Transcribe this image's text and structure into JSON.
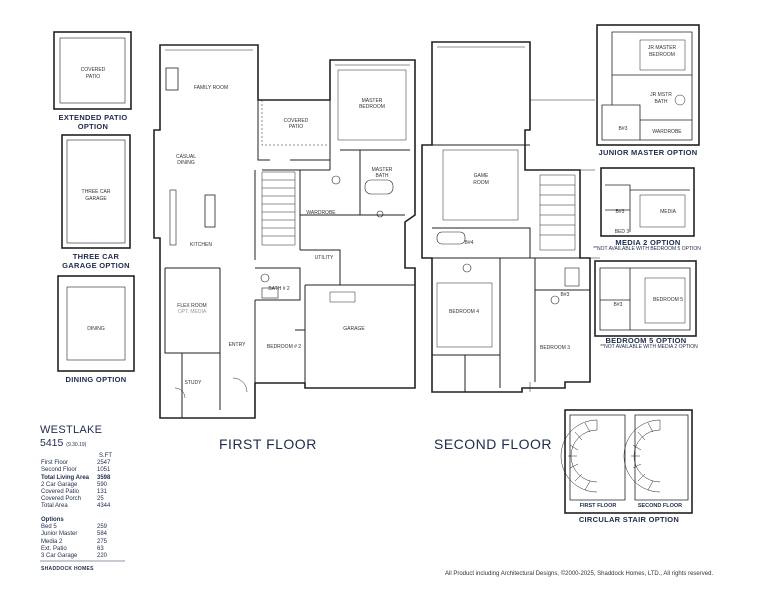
{
  "plan": {
    "model_name": "WESTLAKE",
    "model_number": "5415",
    "model_date": "(9.30.19)",
    "first_floor_title": "FIRST FLOOR",
    "second_floor_title": "SECOND FLOOR"
  },
  "rooms_first_floor": {
    "family_room": "FAMILY ROOM",
    "covered_patio": [
      "COVERED",
      "PATIO"
    ],
    "master_bedroom": [
      "MASTER",
      "BEDROOM"
    ],
    "master_bath": [
      "MASTER",
      "BATH"
    ],
    "casual_dining": [
      "CASUAL",
      "DINING"
    ],
    "wardrobe": "WARDROBE",
    "kitchen": "KITCHEN",
    "utility": "UTILITY",
    "bath_2": "BATH # 2",
    "flex_room": "FLEX ROOM",
    "flex_option": "OPT. MEDIA",
    "garage": "GARAGE",
    "entry": "ENTRY",
    "bedroom_2": "BEDROOM # 2",
    "study": "STUDY"
  },
  "rooms_second_floor": {
    "game_room": [
      "GAME",
      "ROOM"
    ],
    "bath_4": "B#4",
    "bath_3": "B#3",
    "bedroom_4": "BEDROOM 4",
    "bedroom_3": "BEDROOM 3"
  },
  "options": {
    "extended_patio": {
      "room": [
        "COVERED",
        "PATIO"
      ],
      "caption": [
        "EXTENDED PATIO",
        "OPTION"
      ]
    },
    "three_car_garage": {
      "room": [
        "THREE CAR",
        "GARAGE"
      ],
      "caption": [
        "THREE CAR",
        "GARAGE OPTION"
      ]
    },
    "dining": {
      "room": "DINING",
      "caption": "DINING OPTION"
    },
    "junior_master": {
      "rooms": [
        "JR MASTER",
        "BEDROOM",
        "JR MSTR",
        "BATH",
        "WARDROBE",
        "B#3"
      ],
      "caption": "JUNIOR MASTER OPTION"
    },
    "media_2": {
      "rooms": [
        "MEDIA",
        "B#3",
        "BED 3"
      ],
      "caption": "MEDIA 2 OPTION",
      "note": "**NOT AVAILABLE WITH BEDROOM 5 OPTION"
    },
    "bedroom_5": {
      "rooms": [
        "BEDROOM 5",
        "B#3"
      ],
      "caption": "BEDROOM 5 OPTION",
      "note": "**NOT AVAILABLE WITH MEDIA 2 OPTION"
    },
    "circular_stair": {
      "first": "FIRST FLOOR",
      "second": "SECOND FLOOR",
      "caption": "CIRCULAR STAIR OPTION"
    }
  },
  "sqft_table": {
    "header": "S.FT",
    "rows": [
      {
        "label": "First Floor",
        "value": "2547",
        "bold": false
      },
      {
        "label": "Second Floor",
        "value": "1051",
        "bold": false
      },
      {
        "label": "Total Living Area",
        "value": "3598",
        "bold": true
      },
      {
        "label": "2 Car Garage",
        "value": "590",
        "bold": false
      },
      {
        "label": "Covered Patio",
        "value": "131",
        "bold": false
      },
      {
        "label": "Covered Porch",
        "value": "25",
        "bold": false
      },
      {
        "label": "Total Area",
        "value": "4344",
        "bold": false
      }
    ],
    "options_header": "Options",
    "options": [
      {
        "label": "Bed 5",
        "value": "259"
      },
      {
        "label": "Junior Master",
        "value": "584"
      },
      {
        "label": "Media 2",
        "value": "275"
      },
      {
        "label": "Ext. Patio",
        "value": "63"
      },
      {
        "label": "3 Car Garage",
        "value": "220"
      }
    ]
  },
  "brand": "SHADDOCK HOMES",
  "copyright": "All Product including Architectural Designs, ©2000-2025, Shaddock Homes, LTD., All rights reserved.",
  "colors": {
    "ink": "#1f2b4d",
    "wall": "#222222"
  }
}
